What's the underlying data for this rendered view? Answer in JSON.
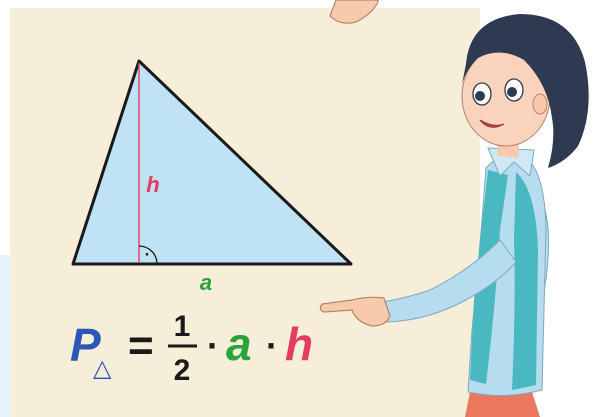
{
  "diagram": {
    "height_label": "h",
    "base_label": "a",
    "right_angle_mark": "·"
  },
  "formula": {
    "area_symbol": "P",
    "subscript": "△",
    "equals": "=",
    "numerator": "1",
    "denominator": "2",
    "dot_1": "·",
    "factor_a": "a",
    "dot_2": "·",
    "factor_h": "h"
  },
  "colors": {
    "board": "#f6eed9",
    "triangle_fill": "#bfe2f5",
    "height_line": "#e8476b",
    "label_h": "#e53c61",
    "label_a": "#2aa33a",
    "formula_p": "#2e55b8",
    "formula_black": "#1a1a1a"
  },
  "illustration": {
    "character": "girl-pointing-at-board"
  }
}
